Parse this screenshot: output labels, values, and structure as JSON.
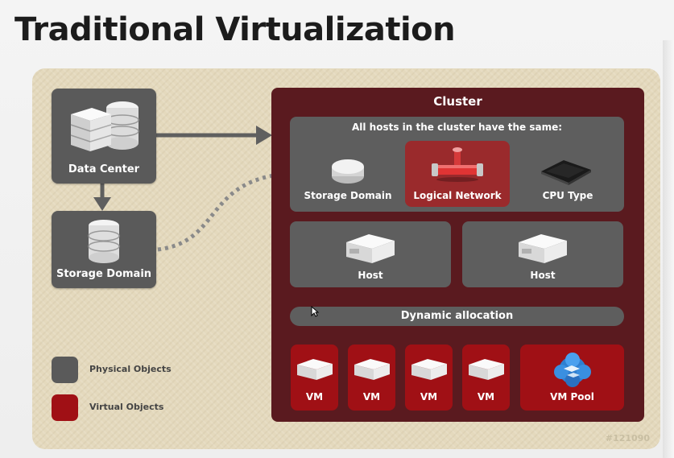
{
  "title": "Traditional Virtualization",
  "data_center": {
    "label": "Data Center"
  },
  "storage_domain_left": {
    "label": "Storage Domain"
  },
  "cluster": {
    "title": "Cluster",
    "same_title": "All hosts in the cluster have the same:",
    "items": [
      {
        "label": "Storage Domain"
      },
      {
        "label": "Logical Network"
      },
      {
        "label": "CPU Type"
      }
    ],
    "hosts": [
      {
        "label": "Host"
      },
      {
        "label": "Host"
      }
    ],
    "dynamic_allocation": "Dynamic allocation",
    "vms": [
      {
        "label": "VM"
      },
      {
        "label": "VM"
      },
      {
        "label": "VM"
      },
      {
        "label": "VM"
      }
    ],
    "vm_pool": {
      "label": "VM Pool"
    }
  },
  "legend": {
    "physical": {
      "label": "Physical Objects",
      "color": "#5a5a5a"
    },
    "virtual": {
      "label": "Virtual Objects",
      "color": "#a01015"
    }
  },
  "code": "#121090",
  "colors": {
    "panel": "#e4d9bd",
    "cluster": "#5a1a1f",
    "physical": "#5a5a5a",
    "virtual": "#a01015",
    "connector": "#5f5f5f"
  }
}
